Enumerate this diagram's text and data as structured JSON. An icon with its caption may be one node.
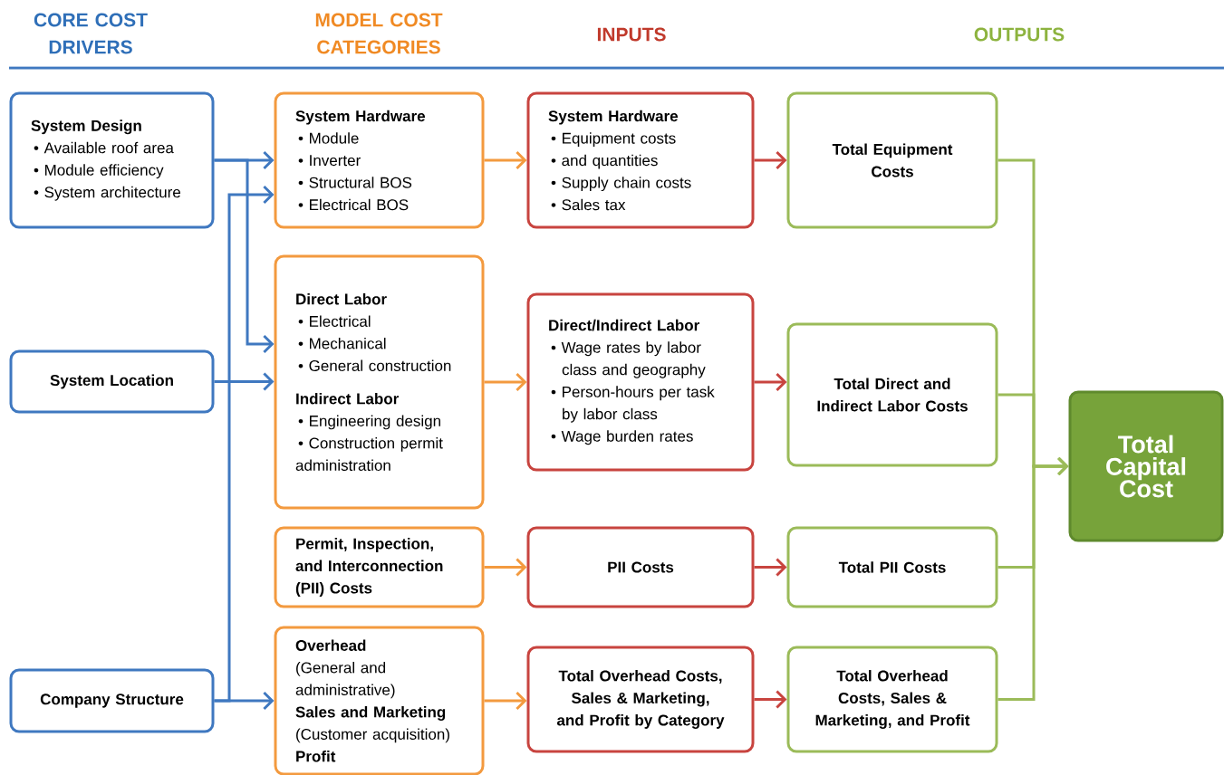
{
  "diagram": {
    "nodes": [
      {
        "text": [
          "System Design",
          "• Available roof area",
          "• Module efficiency",
          "• System architecture"
        ]
      },
      {
        "text": [
          "System Location"
        ]
      },
      {
        "text": [
          "Company Structure"
        ]
      },
      {
        "text": [
          "System Hardware",
          "• Module",
          "• Inverter",
          "• Structural BOS",
          "• Electrical BOS"
        ]
      },
      {
        "text": [
          "Direct Labor",
          "• Electrical",
          "• Mechanical",
          "• General construction",
          "Indirect Labor",
          "• Engineering design",
          "• Construction permit administration"
        ]
      },
      {
        "text": [
          "Permit, Inspection, and Interconnection (PII) Costs"
        ]
      },
      {
        "text": [
          "Overhead",
          "(General and administrative)",
          "Sales and Marketing",
          "(Customer acquisition)",
          "Profit"
        ]
      },
      {
        "text": [
          "System Hardware",
          "• Equipment costs",
          "• and quantities",
          "• Supply chain costs",
          "• Sales tax"
        ]
      },
      {
        "text": [
          "Direct/Indirect Labor",
          "• Wage rates by labor class and geography",
          "• Person-hours per task by labor class",
          "• Wage burden rates"
        ]
      },
      {
        "text": [
          "PII Costs"
        ]
      },
      {
        "text": [
          "Total Overhead Costs, Sales & Marketing, and Profit by Category"
        ]
      },
      {
        "text": [
          "Total Equipment Costs"
        ]
      },
      {
        "text": [
          "Total Direct and Indirect Labor Costs"
        ]
      },
      {
        "text": [
          "Total PII Costs"
        ]
      },
      {
        "text": [
          "Total Overhead Costs, Sales & Marketing, and Profit"
        ]
      },
      {
        "text": [
          "Total Capital Cost"
        ]
      }
    ],
    "edges": [
      {
        "from": 0,
        "to": 3,
        "arrow": "to",
        "color": "#3f78c0"
      },
      {
        "from": 0,
        "to": 4,
        "arrow": "to",
        "color": "#3f78c0"
      },
      {
        "from": 1,
        "to": 4,
        "arrow": "to",
        "color": "#3f78c0"
      },
      {
        "from": 2,
        "to": 3,
        "arrow": "to",
        "color": "#3f78c0"
      },
      {
        "from": 2,
        "to": 6,
        "arrow": "to",
        "color": "#3f78c0"
      },
      {
        "from": 3,
        "to": 7,
        "arrow": "to",
        "color": "#f39a3f"
      },
      {
        "from": 4,
        "to": 8,
        "arrow": "to",
        "color": "#f39a3f"
      },
      {
        "from": 5,
        "to": 9,
        "arrow": "to",
        "color": "#f39a3f"
      },
      {
        "from": 6,
        "to": 10,
        "arrow": "to",
        "color": "#f39a3f"
      },
      {
        "from": 7,
        "to": 11,
        "arrow": "to",
        "color": "#c8443f"
      },
      {
        "from": 8,
        "to": 12,
        "arrow": "to",
        "color": "#c8443f"
      },
      {
        "from": 9,
        "to": 13,
        "arrow": "to",
        "color": "#c8443f"
      },
      {
        "from": 10,
        "to": 14,
        "arrow": "to",
        "color": "#c8443f"
      },
      {
        "from": 11,
        "to": 15,
        "arrow": "to",
        "color": "#9bbb59"
      },
      {
        "from": 12,
        "to": 15,
        "arrow": "to",
        "color": "#9bbb59"
      },
      {
        "from": 13,
        "to": 15,
        "arrow": "to",
        "color": "#9bbb59"
      },
      {
        "from": 14,
        "to": 15,
        "arrow": "to",
        "color": "#9bbb59"
      }
    ],
    "labels": [
      "CORE COST DRIVERS",
      "MODEL COST CATEGORIES",
      "INPUTS",
      "OUTPUTS"
    ]
  }
}
